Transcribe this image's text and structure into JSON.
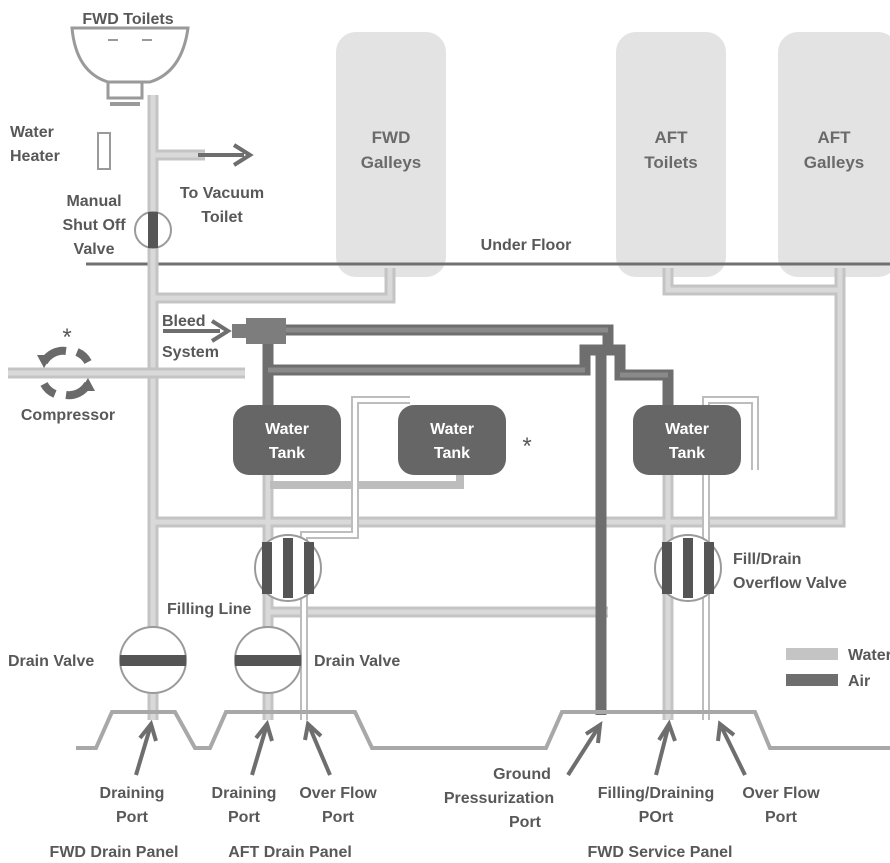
{
  "labels": {
    "fwd_toilets": "FWD Toilets",
    "water_heater": [
      "Water",
      "Heater"
    ],
    "to_vacuum_toilet": [
      "To Vacuum",
      "Toilet"
    ],
    "manual_shutoff_valve": [
      "Manual",
      "Shut Off",
      "Valve"
    ],
    "fwd_galleys": [
      "FWD",
      "Galleys"
    ],
    "aft_toilets": [
      "AFT",
      "Toilets"
    ],
    "aft_galleys": [
      "AFT",
      "Galleys"
    ],
    "under_floor": "Under Floor",
    "bleed_system": [
      "Bleed",
      "System"
    ],
    "asterisk": "*",
    "compressor": "Compressor",
    "water_tank": [
      "Water",
      "Tank"
    ],
    "filling_line": "Filling Line",
    "drain_valve": "Drain Valve",
    "fill_drain_overflow_valve": [
      "Fill/Drain",
      "Overflow Valve"
    ],
    "draining_port": [
      "Draining",
      "Port"
    ],
    "over_flow_port": [
      "Over Flow",
      "Port"
    ],
    "ground_pressurization_port": [
      "Ground",
      "Pressurization",
      "Port"
    ],
    "filling_draining_port": [
      "Filling/Draining",
      "POrt"
    ],
    "fwd_drain_panel": "FWD Drain Panel",
    "aft_drain_panel": "AFT Drain Panel",
    "fwd_service_panel": "FWD Service Panel"
  },
  "legend": {
    "water": "Water",
    "air": "Air"
  },
  "colors": {
    "water_pipe": "#c4c4c4",
    "air_pipe": "#6e6e6e",
    "tank": "#666666",
    "compartment": "#e3e3e3",
    "text": "#585858"
  }
}
